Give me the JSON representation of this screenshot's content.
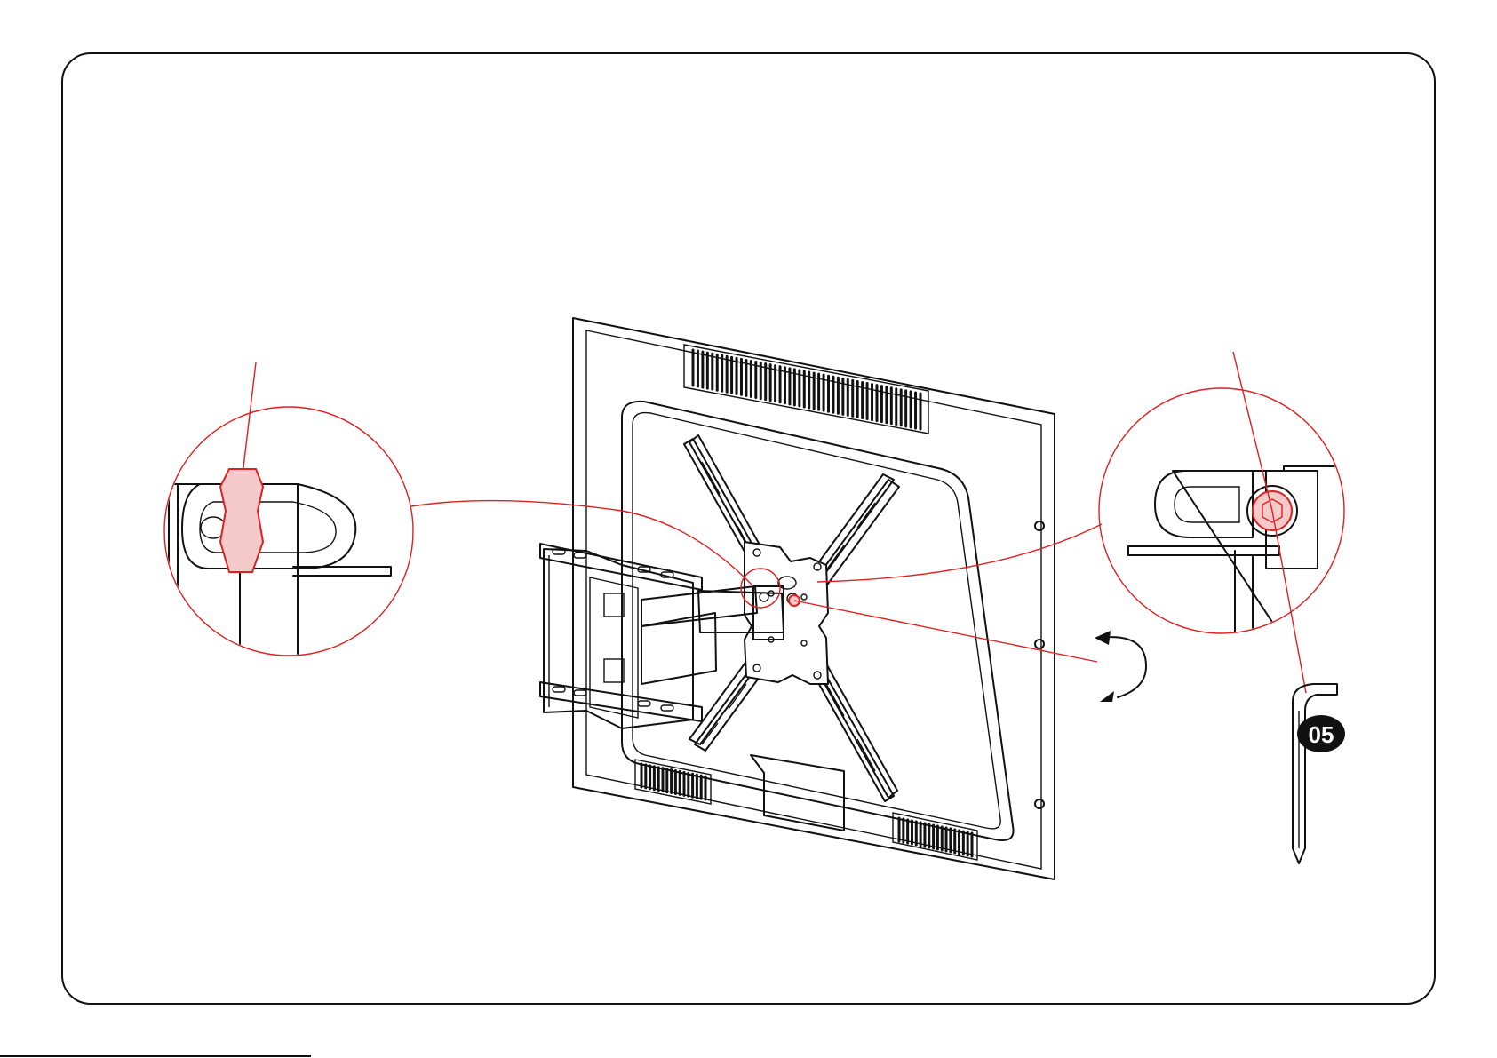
{
  "tool_badge": {
    "label": "05"
  },
  "colors": {
    "outline": "#111111",
    "callout": "#e02020",
    "badge": "#111111"
  },
  "icons": [
    "tv-rear-panel",
    "tilt-bracket",
    "articulating-arm",
    "wall-plate",
    "rotation-arrow-icon",
    "allen-key-icon",
    "knob-zoom",
    "hex-bolt-zoom"
  ]
}
